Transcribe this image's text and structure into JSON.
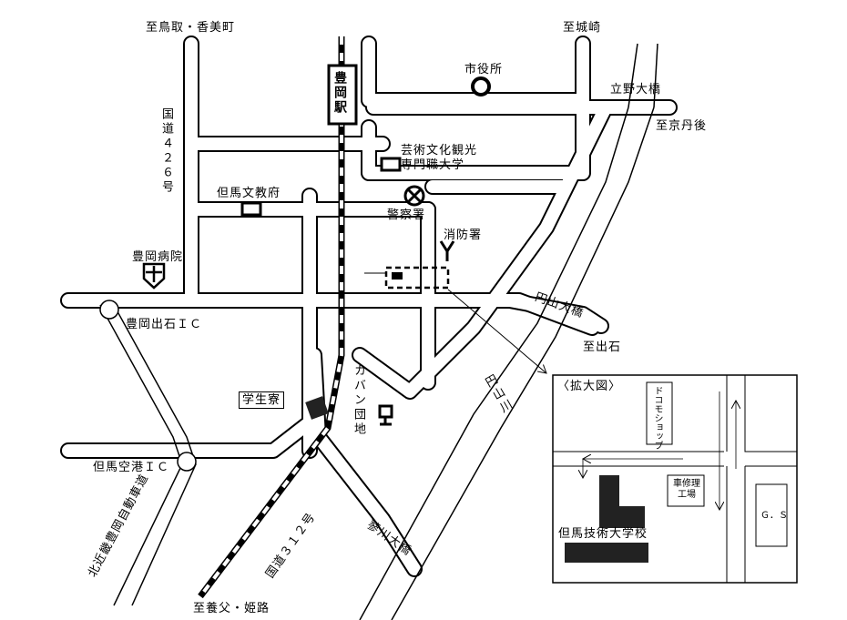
{
  "labels": {
    "to_tottori_kami": "至鳥取・香美町",
    "to_kinosaki": "至城崎",
    "city_hall": "市役所",
    "tachino_bridge": "立野大橋",
    "to_kyotango": "至京丹後",
    "toyooka_station": "豊岡駅",
    "college": "芸術文化観光\n専門職大学",
    "route_426": "国道４２６号",
    "tajima_education": "但馬文教府",
    "police": "警察署",
    "fire_station": "消防署",
    "toyooka_hospital": "豊岡病院",
    "enzan_bridge": "円山大橋",
    "toyooka_izushi_ic": "豊岡出石ＩＣ",
    "to_izushi": "至出石",
    "dormitory": "学生寮",
    "bag_complex": "カバン団地",
    "maruyama_river": "円山川",
    "tajima_airport_ic": "但馬空港ＩＣ",
    "kitakinki_expressway": "北近畿豊岡自動車道",
    "route_312": "国道３１２号",
    "hikawa_bridge": "蓼川大橋",
    "to_yabu_himeji": "至養父・姫路"
  },
  "inset": {
    "title": "〈拡大図〉",
    "docomo": "ドコモショップ",
    "repair_shop": "車修理工場",
    "gs": "Ｇ．Ｓ",
    "school": "但馬技術大学校"
  }
}
